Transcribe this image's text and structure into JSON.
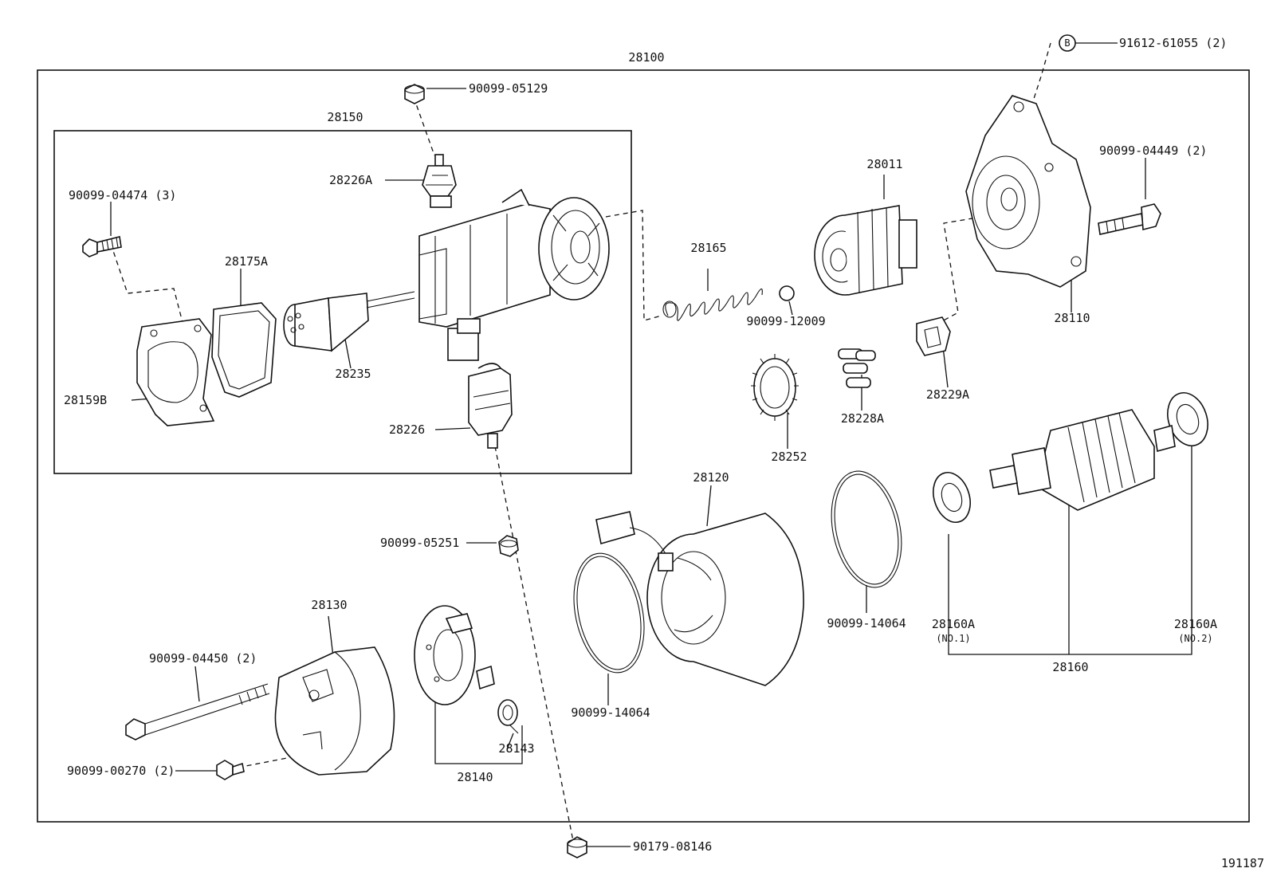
{
  "labels": {
    "assy": "28100",
    "bolt_b": "91612-61055 (2)",
    "b_mark": "B",
    "nut_top": "90099-05129",
    "solenoid_box": "28150",
    "terminal_upper": "28226A",
    "screw_cover": "90099-04474 (3)",
    "gasket": "28175A",
    "cover": "28159B",
    "plunger": "28235",
    "terminal_lower": "28226",
    "spring": "28165",
    "ball": "90099-12009",
    "clutch": "28011",
    "housing": "28110",
    "bolt_housing": "90099-04449 (2)",
    "roller": "28228A",
    "retainer": "28229A",
    "idle_gear": "28252",
    "yoke": "28120",
    "nut_mid": "90099-05251",
    "oring_right": "90099-14064",
    "oring_left": "90099-14064",
    "bearing1": "28160A",
    "bearing1_no": "(NO.1)",
    "bearing2": "28160A",
    "bearing2_no": "(NO.2)",
    "armature": "28160",
    "end_frame": "28130",
    "thru_bolt": "90099-04450 (2)",
    "screw_end": "90099-00270 (2)",
    "brush_holder": "28140",
    "brush_spring": "28143",
    "nut_bottom": "90179-08146",
    "figure_no": "191187"
  }
}
